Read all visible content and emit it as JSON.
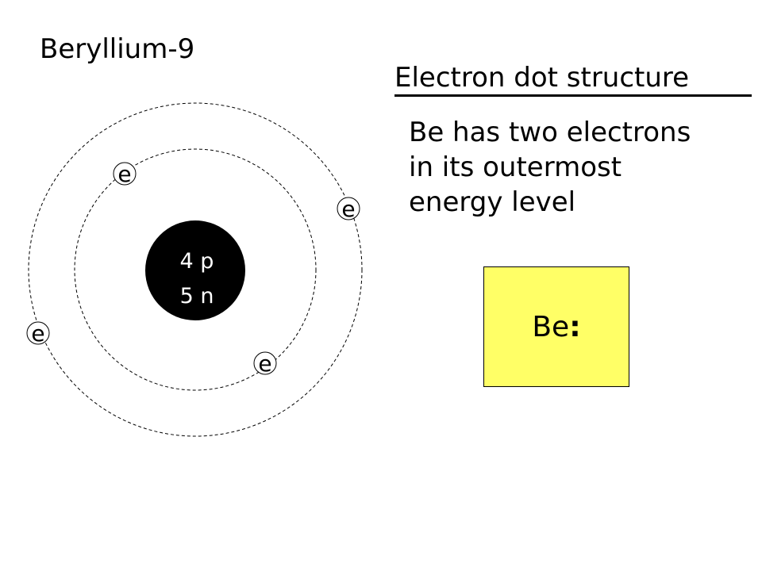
{
  "title": "Beryllium-9",
  "heading": "Electron dot structure",
  "description": [
    "Be has two electrons",
    "in its outermost",
    "energy level"
  ],
  "nucleus": {
    "protons": "4 p",
    "neutrons": "5 n"
  },
  "electron_label": "e",
  "dot_structure": {
    "symbol": "Be",
    "dots": ":"
  },
  "colors": {
    "background": "#ffffff",
    "nucleus": "#000000",
    "nucleus_text": "#ffffff",
    "dot_box": "#ffff66"
  }
}
